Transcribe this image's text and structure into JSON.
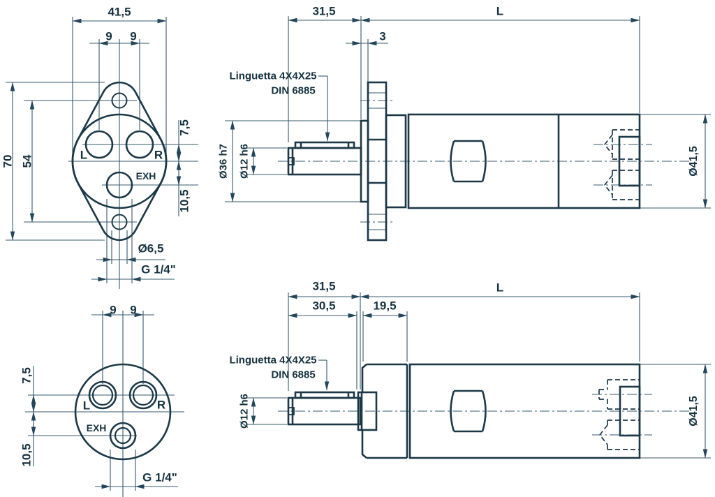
{
  "colors": {
    "outline": "#1c3847",
    "dimension_line": "#35596d",
    "text": "#16323f",
    "background": "#ffffff"
  },
  "views": {
    "flange_front": {
      "dims": {
        "overall_width": "41,5",
        "port_pitch_left": "9",
        "port_pitch_right": "9",
        "overall_height": "70",
        "mount_hole_pitch": "54",
        "port_offset": "7,5",
        "exhaust_offset": "10,5",
        "mount_hole_diameter": "Ø6,5",
        "port_thread": "G 1/4\""
      },
      "ports": {
        "left": "L",
        "right": "R",
        "exhaust": "EXH"
      }
    },
    "flange_side": {
      "dims": {
        "shaft_length": "31,5",
        "pilot_length": "3",
        "body_length": "L",
        "pilot_diameter": "Ø36 h7",
        "shaft_diameter": "Ø12 h6",
        "body_diameter": "Ø41,5"
      },
      "key_note": {
        "line1": "Linguetta 4X4X25",
        "line2": "DIN 6885"
      }
    },
    "plain_front": {
      "dims": {
        "port_pitch_left": "9",
        "port_pitch_right": "9",
        "port_offset": "7,5",
        "exhaust_offset": "10,5",
        "port_thread": "G 1/4\""
      },
      "ports": {
        "left": "L",
        "right": "R",
        "exhaust": "EXH"
      }
    },
    "plain_side": {
      "dims": {
        "shaft_total_length": "31,5",
        "shaft_length": "30,5",
        "front_section_length": "19,5",
        "body_length": "L",
        "shaft_diameter": "Ø12 h6",
        "body_diameter": "Ø41,5"
      },
      "key_note": {
        "line1": "Linguetta 4X4X25",
        "line2": "DIN 6885"
      }
    }
  }
}
